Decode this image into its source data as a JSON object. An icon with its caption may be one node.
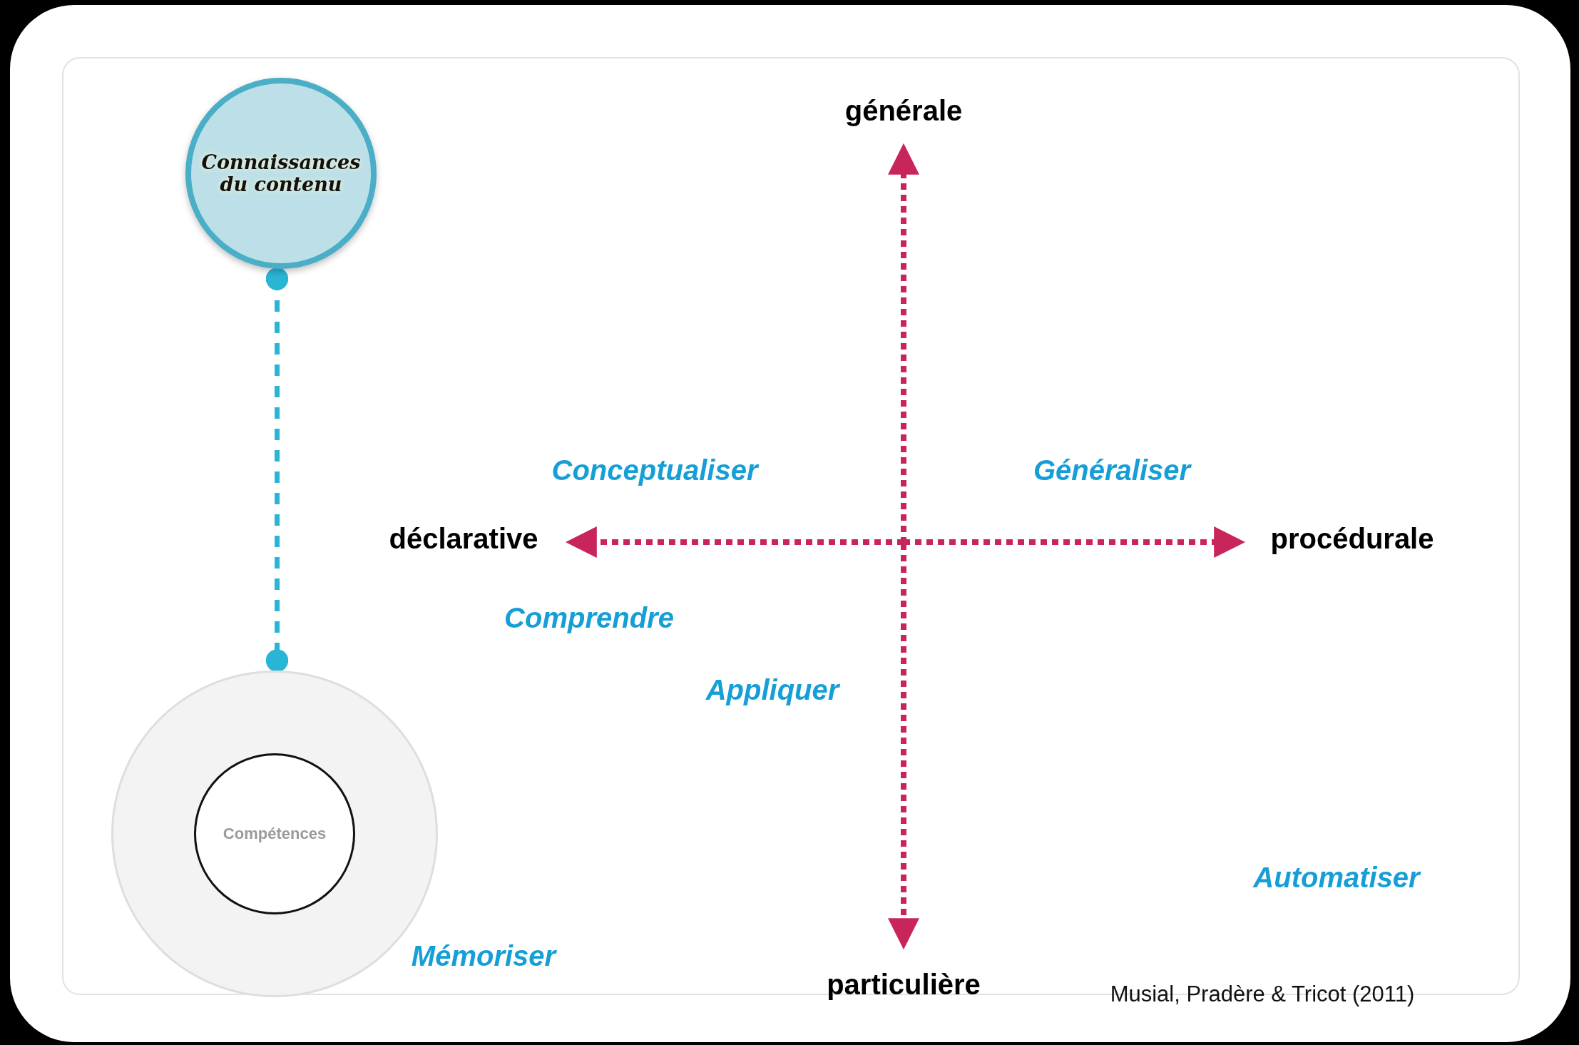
{
  "diagram": {
    "nodes": [
      {
        "text": [
          "Connaissances du contenu"
        ]
      },
      {
        "text": [],
        "shape": "circle"
      },
      {
        "text": [
          "Compétences"
        ],
        "in": 1
      }
    ],
    "edges": [
      {
        "from": 0,
        "to": 1,
        "arrow": "other",
        "style": "dashed",
        "color": "#29b6d6"
      }
    ],
    "labels": [
      "générale",
      "Conceptualiser",
      "Généraliser",
      "déclarative",
      "procédurale",
      "Comprendre",
      "Appliquer",
      "Automatiser",
      "Mémoriser",
      "particulière",
      "Musial, Pradère & Tricot (2011)"
    ]
  }
}
